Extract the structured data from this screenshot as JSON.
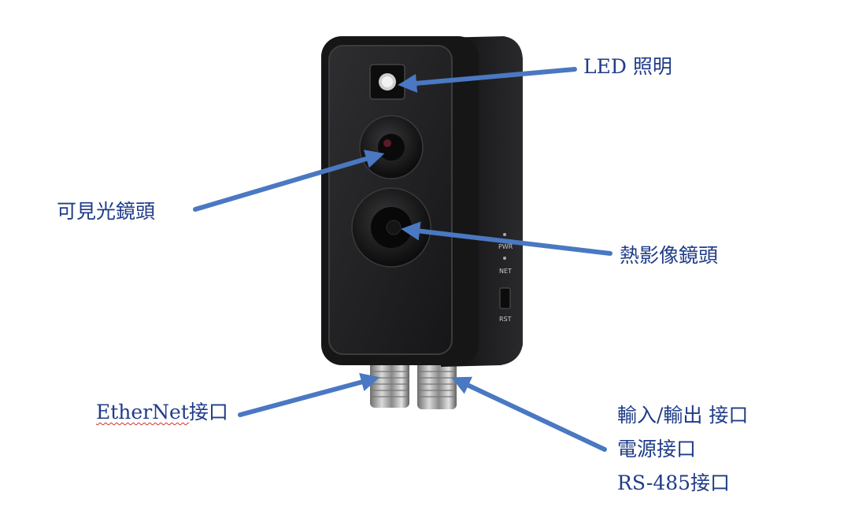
{
  "labels": {
    "led": "LED 照明",
    "visible_lens": "可見光鏡頭",
    "thermal_lens": "熱影像鏡頭",
    "ethernet_prefix": "EtherNet",
    "ethernet_suffix": "接口",
    "io": "輸入/輸出 接口",
    "power": "電源接口",
    "rs485": "RS-485接口"
  },
  "device": {
    "indicator_pwr": "PWR",
    "indicator_net": "NET",
    "button_rst": "RST"
  },
  "colors": {
    "arrow": "#4a78c2",
    "label_text": "#1f3c88",
    "device_body": "#1c1c1e"
  }
}
